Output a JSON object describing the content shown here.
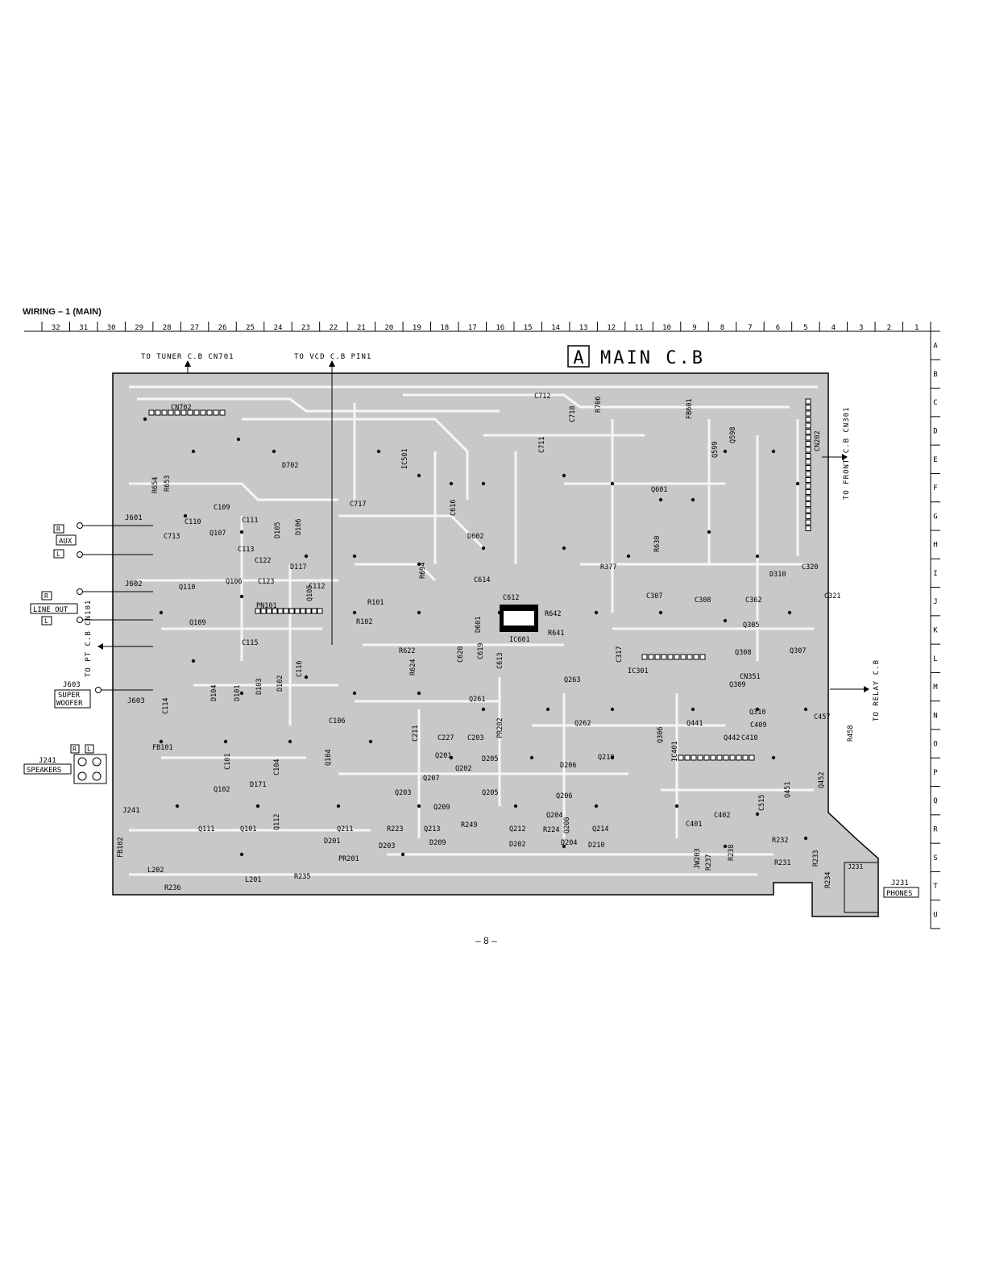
{
  "page": {
    "title": "WIRING – 1  (MAIN)",
    "number": "– 8 –"
  },
  "grid": {
    "columns": [
      "32",
      "31",
      "30",
      "29",
      "28",
      "27",
      "26",
      "25",
      "24",
      "23",
      "22",
      "21",
      "20",
      "19",
      "18",
      "17",
      "16",
      "15",
      "14",
      "13",
      "12",
      "11",
      "10",
      "9",
      "8",
      "7",
      "6",
      "5",
      "4",
      "3",
      "2",
      "1"
    ],
    "rows": [
      "A",
      "B",
      "C",
      "D",
      "E",
      "F",
      "G",
      "H",
      "I",
      "J",
      "K",
      "L",
      "M",
      "N",
      "O",
      "P",
      "Q",
      "R",
      "S",
      "T",
      "U"
    ]
  },
  "board": {
    "letter": "A",
    "name": "MAIN C.B"
  },
  "connections": {
    "tuner": "TO TUNER C.B CN701",
    "vcd": "TO VCD C.B PIN1",
    "front": "TO FRONT C.B CN301",
    "relay": "TO RELAY C.B",
    "pt": "TO PT C.B CN101"
  },
  "jacks": {
    "j601": {
      "ref": "J601",
      "name": "AUX",
      "r": "R",
      "l": "L"
    },
    "j602": {
      "ref": "J602",
      "name": "LINE OUT",
      "r": "R",
      "l": "L"
    },
    "j603": {
      "ref": "J603",
      "name_1": "SUPER",
      "name_2": "WOOFER"
    },
    "j241": {
      "ref": "J241",
      "name": "SPEAKERS",
      "r": "R",
      "l": "L"
    },
    "j231": {
      "ref": "J231",
      "name": "PHONES"
    }
  },
  "parts": {
    "cn702": "CN702",
    "cn202": "CN202",
    "cn301": "CN301",
    "cn351": "CN351",
    "pn101": "PN101",
    "pr201": "PR201",
    "pr202": "PR202",
    "ic601": "IC601",
    "ic301": "IC301",
    "ic501": "IC501",
    "ic401": "IC401",
    "d702": "D702",
    "d602": "D602",
    "d601": "D601",
    "d310": "D310",
    "d104": "D104",
    "d103": "D103",
    "d102": "D102",
    "d101": "D101",
    "d105": "D105",
    "d106": "D106",
    "d117": "D117",
    "d171": "D171",
    "d201": "D201",
    "d202": "D202",
    "d203": "D203",
    "d204": "D204",
    "d205": "D205",
    "d206": "D206",
    "d209": "D209",
    "d210": "D210",
    "q107": "Q107",
    "q106": "Q106",
    "q110": "Q110",
    "q109": "Q109",
    "q102": "Q102",
    "q111": "Q111",
    "q101": "Q101",
    "q112": "Q112",
    "q104": "Q104",
    "q105": "Q105",
    "q201": "Q201",
    "q202": "Q202",
    "q203": "Q203",
    "q204": "Q204",
    "q205": "Q205",
    "q206": "Q206",
    "q207": "Q207",
    "q208": "Q208",
    "q209": "Q209",
    "q210": "Q210",
    "q211": "Q211",
    "q212": "Q212",
    "q213": "Q213",
    "q214": "Q214",
    "q261": "Q261",
    "q262": "Q262",
    "q263": "Q263",
    "q305": "Q305",
    "q306": "Q306",
    "q307": "Q307",
    "q308": "Q308",
    "q309": "Q309",
    "q310": "Q310",
    "q441": "Q441",
    "q442": "Q442",
    "q451": "Q451",
    "q452": "Q452",
    "q598": "Q598",
    "q599": "Q599",
    "q601": "Q601",
    "c109": "C109",
    "c110": "C110",
    "c111": "C111",
    "c112": "C112",
    "c113": "C113",
    "c114": "C114",
    "c115": "C115",
    "c116": "C116",
    "c122": "C122",
    "c123": "C123",
    "c101": "C101",
    "c104": "C104",
    "c106": "C106",
    "c713": "C713",
    "c717": "C717",
    "c711": "C711",
    "c712": "C712",
    "c718": "C718",
    "c614": "C614",
    "c612": "C612",
    "c613": "C613",
    "c616": "C616",
    "c619": "C619",
    "c620": "C620",
    "c203": "C203",
    "c211": "C211",
    "c227": "C227",
    "c317": "C317",
    "c307": "C307",
    "c308": "C308",
    "c362": "C362",
    "c320": "C320",
    "c321": "C321",
    "c401": "C401",
    "c402": "C402",
    "c409": "C409",
    "c410": "C410",
    "c457": "C457",
    "c515": "C515",
    "r654": "R654",
    "r653": "R653",
    "r101": "R101",
    "r102": "R102",
    "r622": "R622",
    "r624": "R624",
    "r694": "R694",
    "r642": "R642",
    "r641": "R641",
    "r377": "R377",
    "r630": "R630",
    "r706": "R706",
    "r232": "R232",
    "r231": "R231",
    "r233": "R233",
    "r234": "R234",
    "r235": "R235",
    "r236": "R236",
    "r237": "R237",
    "r238": "R238",
    "r223": "R223",
    "r224": "R224",
    "r249": "R249",
    "r458": "R458",
    "l201": "L201",
    "l202": "L202",
    "fb101": "FB101",
    "fb102": "FB102",
    "fb601": "FB601",
    "jw203": "JW203"
  }
}
